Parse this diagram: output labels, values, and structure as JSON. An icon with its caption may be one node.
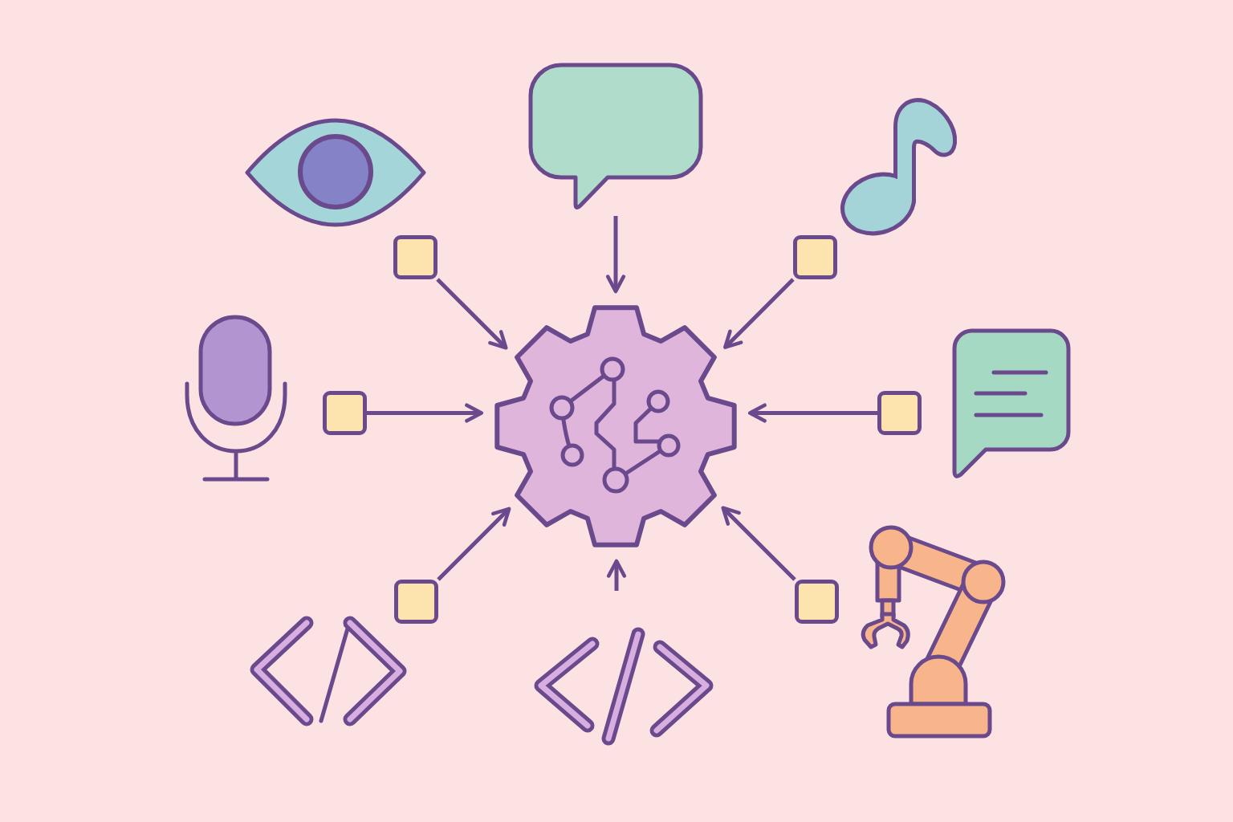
{
  "diagram": {
    "nodes": [
      {
        "text": [],
        "shape": "picture"
      },
      {
        "text": [],
        "shape": "bubble"
      },
      {
        "text": [],
        "shape": "picture"
      },
      {
        "text": [],
        "shape": "box"
      },
      {
        "text": [],
        "shape": "box"
      },
      {
        "text": [],
        "shape": "picture"
      },
      {
        "text": [],
        "shape": "box"
      },
      {
        "text": [],
        "shape": "picture"
      },
      {
        "text": [],
        "shape": "box"
      },
      {
        "text": [],
        "shape": "picture"
      },
      {
        "text": [],
        "shape": "picture"
      },
      {
        "text": [],
        "shape": "box"
      },
      {
        "text": [],
        "shape": "box"
      },
      {
        "text": [],
        "shape": "picture"
      },
      {
        "text": [],
        "shape": "picture"
      }
    ],
    "edges": [
      {
        "from": 3,
        "to": 7,
        "arrow": "to"
      },
      {
        "from": 1,
        "to": 7,
        "arrow": "to"
      },
      {
        "from": 4,
        "to": 7,
        "arrow": "to"
      },
      {
        "from": 6,
        "to": 7,
        "arrow": "to"
      },
      {
        "from": 8,
        "to": 7,
        "arrow": "to"
      },
      {
        "from": 11,
        "to": 7,
        "arrow": "to"
      },
      {
        "from": 14,
        "to": 7,
        "arrow": "to"
      },
      {
        "from": 12,
        "to": 7,
        "arrow": "to"
      }
    ]
  }
}
